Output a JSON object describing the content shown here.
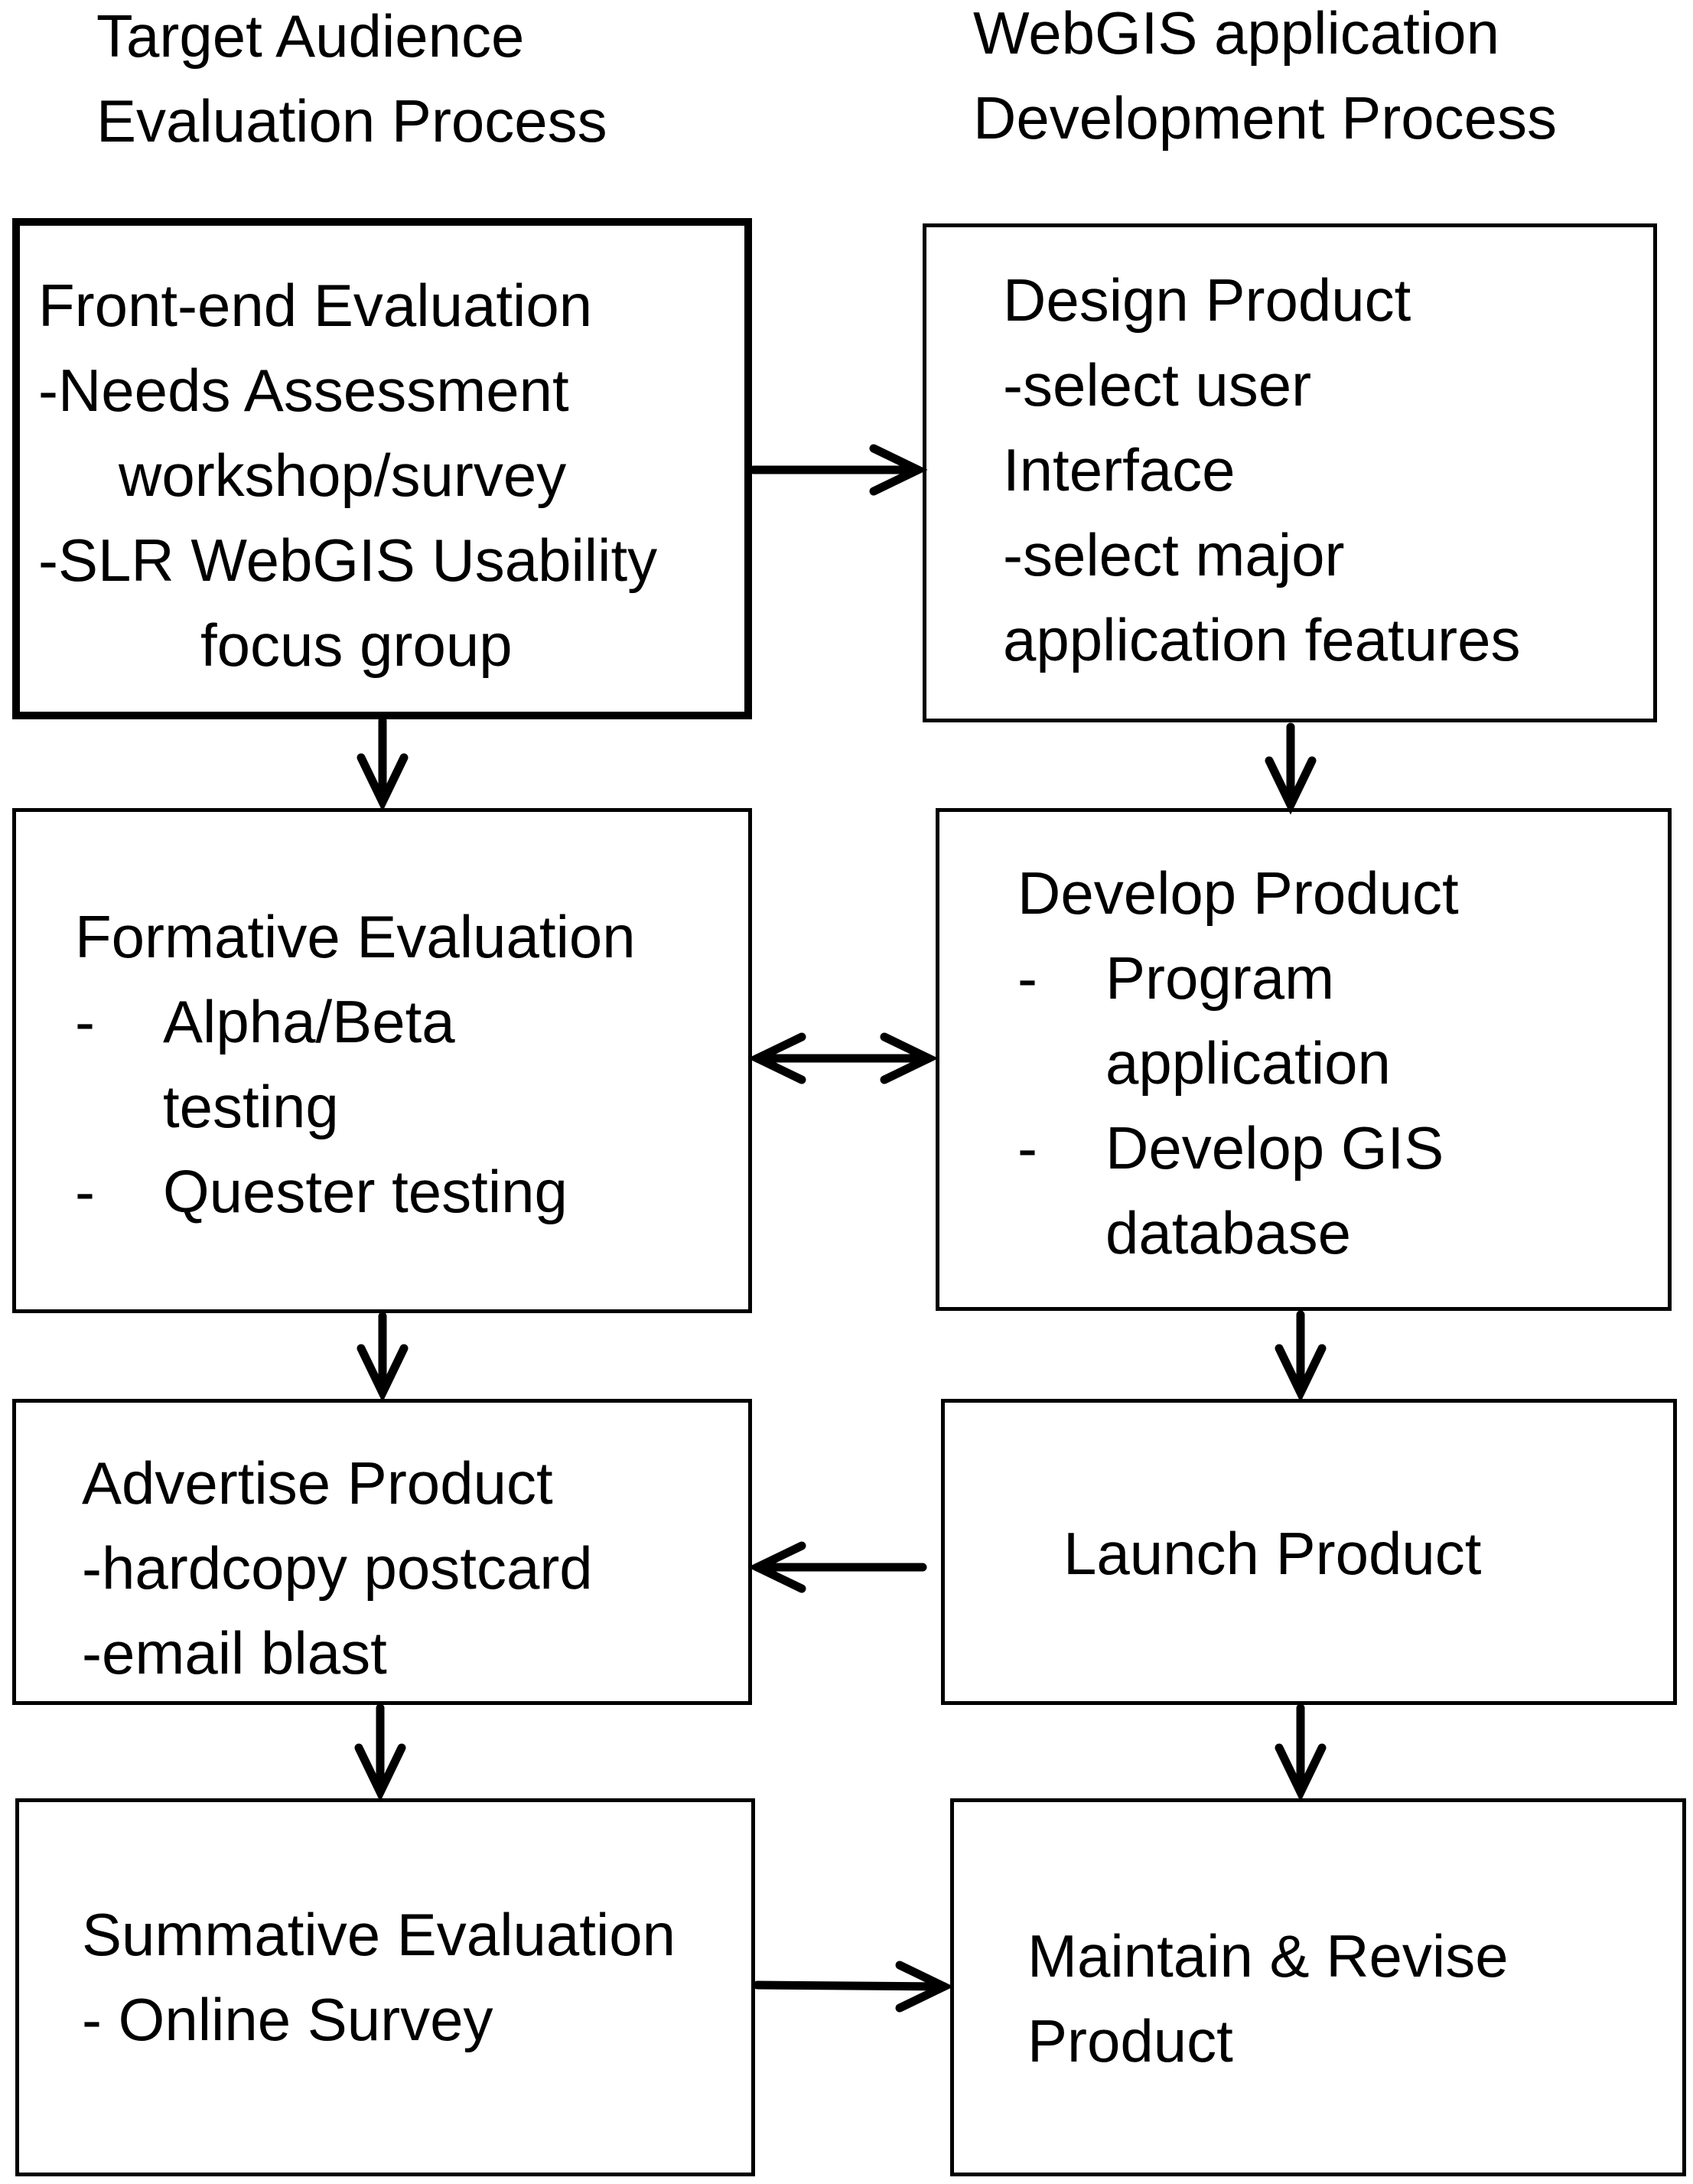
{
  "headers": {
    "left": [
      "Target Audience",
      "Evaluation Process"
    ],
    "right": [
      "WebGIS application",
      "Development Process"
    ]
  },
  "boxes": {
    "front_end": [
      "Front-end Evaluation",
      "-Needs Assessment",
      "workshop/survey",
      "-SLR WebGIS Usability",
      "focus group"
    ],
    "design": [
      "Design Product",
      "-select user",
      "Interface",
      "-select major",
      "application features"
    ],
    "formative": {
      "title": "Formative Evaluation",
      "bullets": [
        "-",
        "-"
      ],
      "lines": [
        "Alpha/Beta",
        "testing",
        "Quester testing"
      ]
    },
    "develop": {
      "title": "Develop Product",
      "bullets": [
        "-",
        "-"
      ],
      "lines": [
        "Program",
        "application",
        "Develop GIS",
        "database"
      ]
    },
    "advertise": [
      "Advertise Product",
      "-hardcopy postcard",
      "-email blast"
    ],
    "launch": [
      "Launch Product"
    ],
    "summative": [
      "Summative Evaluation",
      "- Online Survey"
    ],
    "maintain": [
      "Maintain & Revise",
      "Product"
    ]
  }
}
